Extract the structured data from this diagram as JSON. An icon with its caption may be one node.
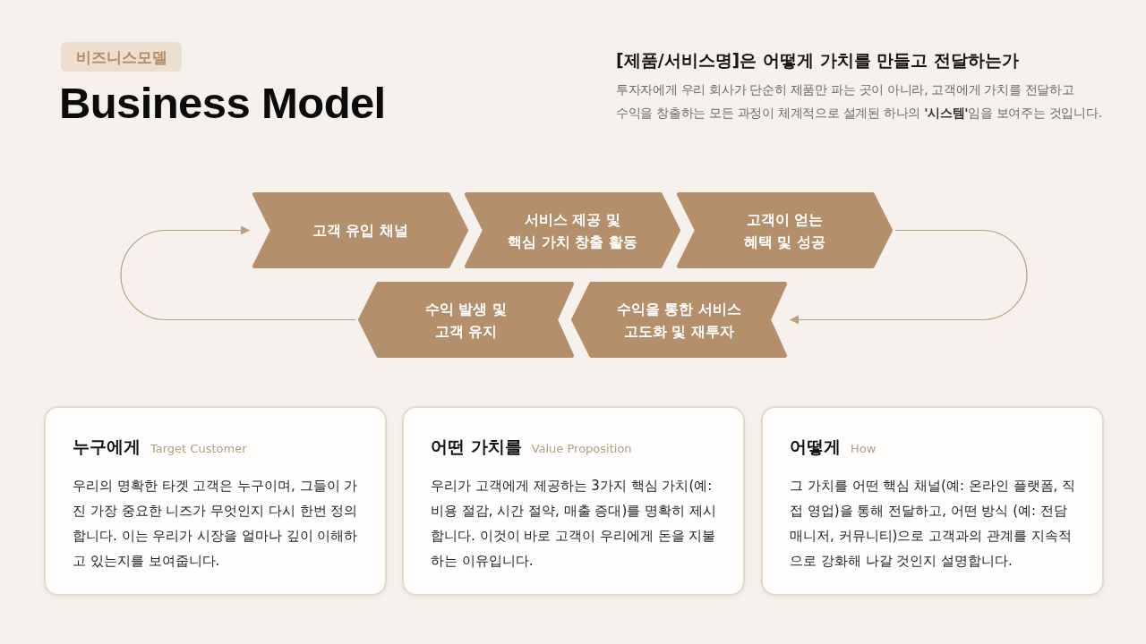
{
  "diagram": {
    "title": "Business Model",
    "nodes": [
      {
        "text": [
          "비즈니스모델"
        ]
      },
      {
        "text": [
          "고객 유입 채널"
        ]
      },
      {
        "text": [
          "서비스 제공 및 핵심 가치 창출 활동"
        ]
      },
      {
        "text": [
          "고객이 얻는 혜택 및 성공"
        ]
      },
      {
        "text": [
          "수익 발생 및 고객 유지"
        ]
      },
      {
        "text": [
          "수익을 통한 서비스 고도화 및 재투자"
        ]
      },
      {
        "text": [
          "누구에게",
          "Target Customer",
          "우리의 명확한 타겟 고객은 누구이며, 그들이 가진 가장 중요한 니즈가 무엇인지 다시 한번 정의합니다. 이는 우리가 시장을 얼마나 깊이 이해하고 있는지를 보여줍니다."
        ]
      },
      {
        "text": [
          "어떤 가치를",
          "Value Proposition",
          "우리가 고객에게 제공하는 3가지 핵심 가치(예: 비용 절감, 시간 절약, 매출 증대)를 명확히 제시합니다. 이것이 바로 고객이 우리에게 돈을 지불하는 이유입니다."
        ]
      },
      {
        "text": [
          "어떻게",
          "How",
          "그 가치를 어떤 핵심 채널(예: 온라인 플랫폼, 직접 영업)을 통해 전달하고, 어떤 방식 (예: 전담 매니저, 커뮤니티)으로 고객과의 관계를 지속적으로 강화해 나갈 것인지 설명합니다."
        ]
      }
    ],
    "edges": [
      {
        "from": 3,
        "to": 5,
        "arrow": "to"
      },
      {
        "from": 4,
        "to": 1,
        "arrow": "to"
      }
    ],
    "labels": [
      "[제품/서비스명]은 어떻게 가치를 만들고 전달하는가",
      "투자자에게 우리 회사가 단순히 제품만 파는 곳이 아니라, 고객에게 가치를 전달하고 수익을 창출하는 모든 과정이 체계적으로 설계된 하나의 **'시스템'**임을 보여주는 것입니다."
    ]
  }
}
